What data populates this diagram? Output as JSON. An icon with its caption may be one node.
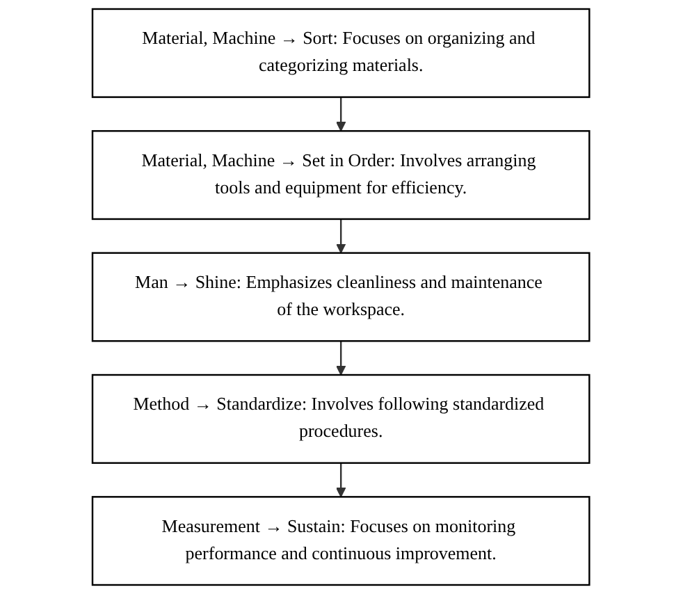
{
  "diagram": {
    "nodes": [
      {
        "text": [
          "Material, Machine → Sort: Focuses on organizing and categorizing materials."
        ]
      },
      {
        "text": [
          "Material, Machine → Set in Order: Involves arranging tools and equipment for efficiency."
        ]
      },
      {
        "text": [
          "Man → Shine: Emphasizes cleanliness and maintenance of the workspace."
        ]
      },
      {
        "text": [
          "Method → Standardize: Involves following standardized procedures."
        ]
      },
      {
        "text": [
          "Measurement → Sustain: Focuses on monitoring performance and continuous improvement."
        ]
      }
    ],
    "edges": [
      {
        "from": 0,
        "to": 1,
        "arrow": "to"
      },
      {
        "from": 1,
        "to": 2,
        "arrow": "to"
      },
      {
        "from": 2,
        "to": 3,
        "arrow": "to"
      },
      {
        "from": 3,
        "to": 4,
        "arrow": "to"
      }
    ]
  }
}
